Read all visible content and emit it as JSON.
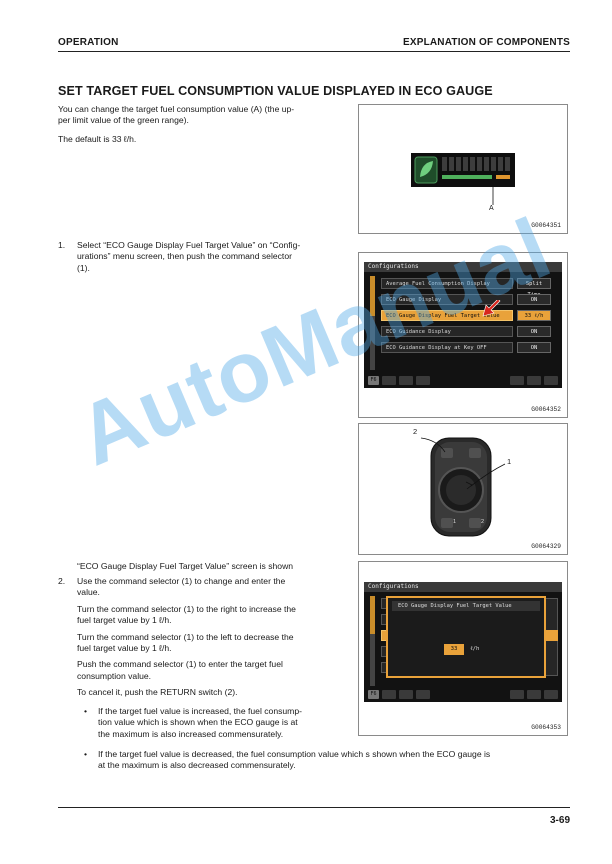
{
  "header": {
    "left": "OPERATION",
    "right": "EXPLANATION OF COMPONENTS"
  },
  "section_title": "SET TARGET FUEL CONSUMPTION VALUE DISPLAYED IN ECO GAUGE",
  "intro": {
    "p1_line1": "You can change the target fuel consumption value (A) (the up-",
    "p1_line2": "per limit value of the green range).",
    "p2": "The default is 33 ℓ/h."
  },
  "step1": {
    "number": "1.",
    "line1": "Select “ECO Gauge Display Fuel Target Value” on “Config-",
    "line2": "urations” menu screen, then push the command selector",
    "line3": "(1)."
  },
  "screen_shown_note": "“ECO Gauge Display Fuel Target Value” screen is shown",
  "step2": {
    "number": "2.",
    "line1": "Use the command selector (1) to change and enter the",
    "line2": "value.",
    "turn_right_1": "Turn the command selector (1) to the right to increase the",
    "turn_right_2": "fuel target value by 1 ℓ/h.",
    "turn_left_1": "Turn the command selector (1) to the left to decrease the",
    "turn_left_2": "fuel target value by 1 ℓ/h.",
    "push_1": "Push the command selector (1) to enter the target fuel",
    "push_2": "consumption value.",
    "cancel": "To cancel it, push the RETURN switch (2).",
    "bullet1_line1": "If the target fuel value is increased, the fuel consump-",
    "bullet1_line2": "tion value which is shown when the ECO gauge is at",
    "bullet1_line3": "the maximum is also increased commensurately.",
    "bullet2_line1": "If the target fuel value is decreased, the fuel consumption value which s shown when the ECO gauge is",
    "bullet2_line2": "at the maximum is also decreased commensurately.",
    "bullet_symbol": "•"
  },
  "figures": {
    "fig1": {
      "code": "G0064351",
      "label_a": "A"
    },
    "fig2": {
      "code": "G0064352",
      "screen_title": "Configurations",
      "rows": [
        {
          "label": "Average Fuel Consumption Display",
          "value": "Split Time"
        },
        {
          "label": "ECO Gauge Display",
          "value": "ON"
        },
        {
          "label": "ECO Gauge Display Fuel Target Value",
          "value": "33  ℓ/h"
        },
        {
          "label": "ECO Guidance Display",
          "value": "ON"
        },
        {
          "label": "ECO Guidance Display at Key OFF",
          "value": "ON"
        }
      ],
      "f6_label": "F6"
    },
    "fig3": {
      "code": "G0064329",
      "callout_1": "1",
      "callout_2": "2",
      "btn1": "1",
      "btn2": "2"
    },
    "fig4": {
      "code": "G0064353",
      "screen_title": "Configurations",
      "dialog_title": "ECO Gauge Display Fuel Target Value",
      "value": "33",
      "unit": "ℓ/h",
      "f6_label": "F6"
    }
  },
  "watermark": "AutoManual",
  "page_number": "3-69"
}
